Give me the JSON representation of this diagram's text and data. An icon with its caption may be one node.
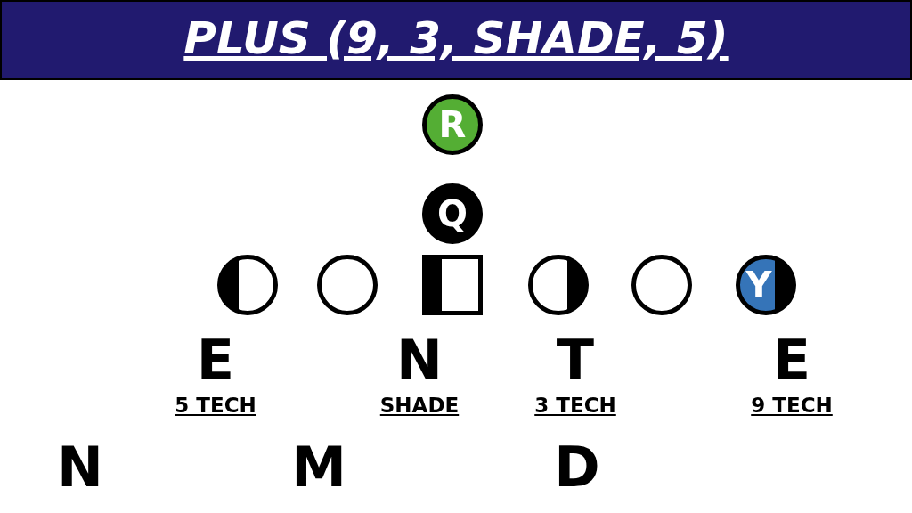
{
  "diagram": {
    "title": "PLUS (9, 3, SHADE, 5)",
    "nodes": [
      {
        "text": [
          "R"
        ]
      },
      {
        "text": [
          "Q"
        ]
      },
      {
        "text": [],
        "shape": "circle"
      },
      {
        "text": [],
        "shape": "circle"
      },
      {
        "text": [],
        "shape": "box"
      },
      {
        "text": [],
        "shape": "circle"
      },
      {
        "text": [],
        "shape": "circle"
      },
      {
        "text": [
          "Y"
        ]
      }
    ],
    "edges": [],
    "labels": [
      "E",
      "N",
      "T",
      "E",
      "5 TECH",
      "SHADE",
      "3 TECH",
      "9 TECH",
      "N",
      "M",
      "D"
    ]
  }
}
